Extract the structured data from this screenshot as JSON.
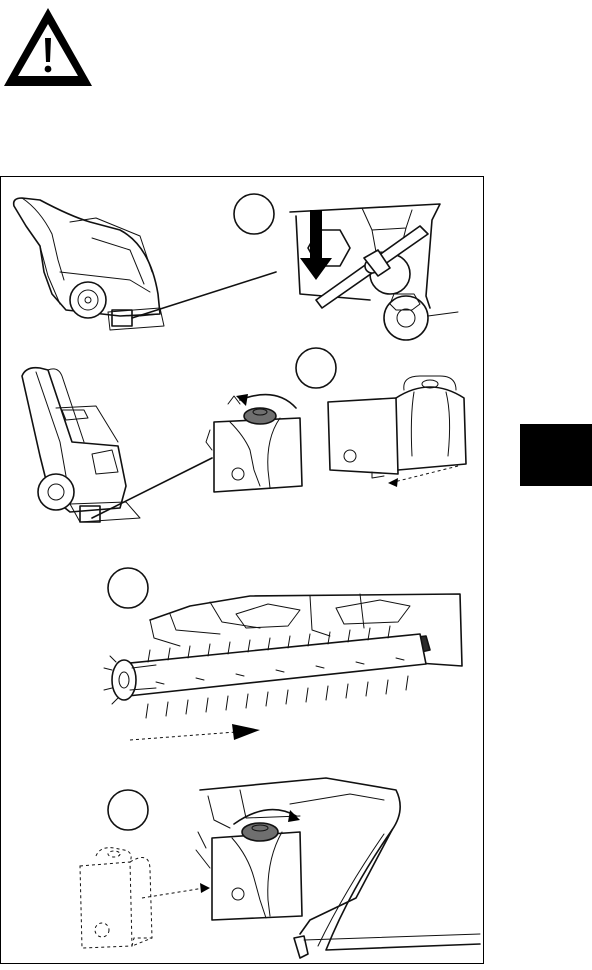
{
  "colors": {
    "line": "#111111",
    "tab": "#000000",
    "background": "#ffffff",
    "knob": "#6f6f6f"
  },
  "icons": [
    "warning-triangle-icon",
    "arrow-down-icon",
    "arrow-rotate-icon",
    "arrow-right-icon"
  ],
  "steps": [
    {
      "label": "",
      "illustration": "lever-release"
    },
    {
      "label": "",
      "illustration": "cover-knob-unscrew"
    },
    {
      "label": "",
      "illustration": "brush-slide-out"
    },
    {
      "label": "",
      "illustration": "cover-refit"
    }
  ]
}
